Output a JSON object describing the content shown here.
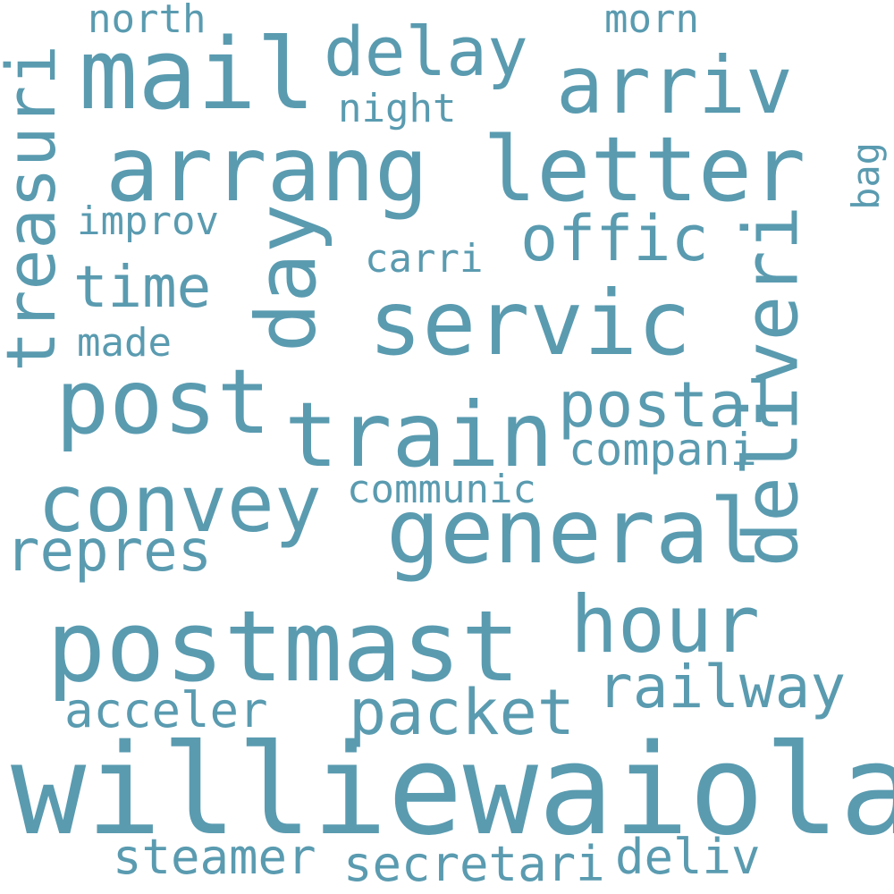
{
  "color": "#5a9bb0",
  "words": {
    "williewaiola": "williewaiola",
    "postmast": "postmast",
    "general": "general",
    "train": "train",
    "servic": "servic",
    "mail": "mail",
    "arrang": "arrang",
    "letter": "letter",
    "post": "post",
    "convey": "convey",
    "deliveri": "deliveri",
    "arriv": "arriv",
    "day": "day",
    "hour": "hour",
    "delay": "delay",
    "treasuri": "treasuri",
    "postal": "postal",
    "packet": "packet",
    "railway": "railway",
    "offic": "offic",
    "time": "time",
    "repres": "repres",
    "compani": "compani",
    "acceler": "acceler",
    "steamer": "steamer",
    "secretari": "secretari",
    "deliv": "deliv",
    "communic": "communic",
    "improv": "improv",
    "made": "made",
    "carri": "carri",
    "night": "night",
    "north": "north",
    "morn": "morn",
    "bag": "bag"
  }
}
